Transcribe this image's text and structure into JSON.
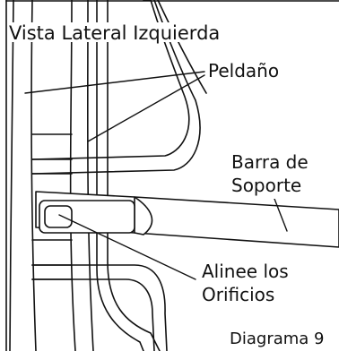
{
  "diagram": {
    "view_label": "Vista Lateral Izquierda",
    "rung_label": "Peldaño",
    "support_bar_label_line1": "Barra de",
    "support_bar_label_line2": "Soporte",
    "align_label_line1": "Alinee los",
    "align_label_line2": "Orificios",
    "diagram_number_label": "Diagrama 9"
  },
  "colors": {
    "line": "#111111",
    "background": "#ffffff"
  }
}
